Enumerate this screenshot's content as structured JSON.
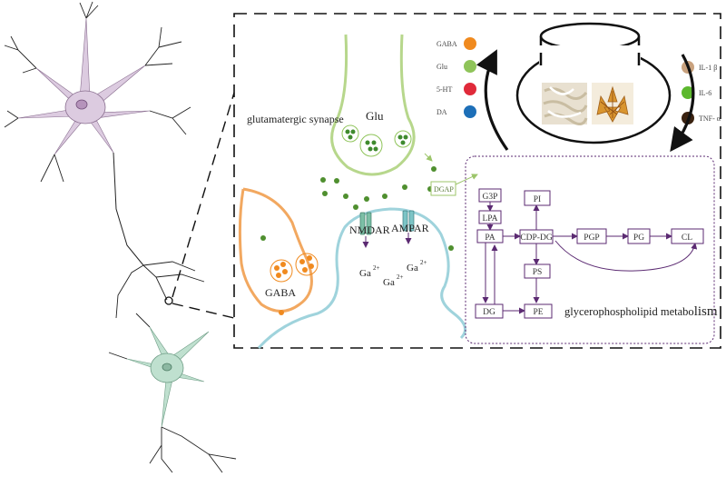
{
  "labels": {
    "glu": "Glu",
    "synapse": "glutamatergic synapse",
    "gaba_terminal": "GABA",
    "nmdar": "NMDAR",
    "ampar": "AMPAR",
    "ga_prefix": "Ga",
    "ga_sup": "2+",
    "dgap": "DGAP",
    "pathway_title_main": "glycerophospholipid metabo",
    "pathway_title_tail": "lism"
  },
  "legend_left": [
    {
      "label": "GABA",
      "color": "#f08a1f"
    },
    {
      "label": "Glu",
      "color": "#8fc45a"
    },
    {
      "label": "5-HT",
      "color": "#e02a3a"
    },
    {
      "label": "DA",
      "color": "#1d6fb8"
    }
  ],
  "legend_right": [
    {
      "label": "IL-1 β",
      "color": "#c9a27e"
    },
    {
      "label": "IL-6",
      "color": "#5cb82e"
    },
    {
      "label": "TNF- α",
      "color": "#3a2210"
    }
  ],
  "pathway_nodes": {
    "g3p": "G3P",
    "lpa": "LPA",
    "pa": "PA",
    "dg": "DG",
    "pi": "PI",
    "cdpdg": "CDP-DG",
    "ps": "PS",
    "pe": "PE",
    "pgp": "PGP",
    "pg": "PG",
    "cl": "CL"
  },
  "colors": {
    "frame": "#222222",
    "pathway": "#5b2a72",
    "glu_terminal": "#b7d78c",
    "gaba_terminal": "#f2a860",
    "postsynaptic": "#9fd3dc",
    "vesicle_glu": "#3f8a2e",
    "vesicle_gaba": "#f08a1f",
    "neuron_top": "#dccbe0",
    "neuron_bottom": "#bfe0cf"
  }
}
